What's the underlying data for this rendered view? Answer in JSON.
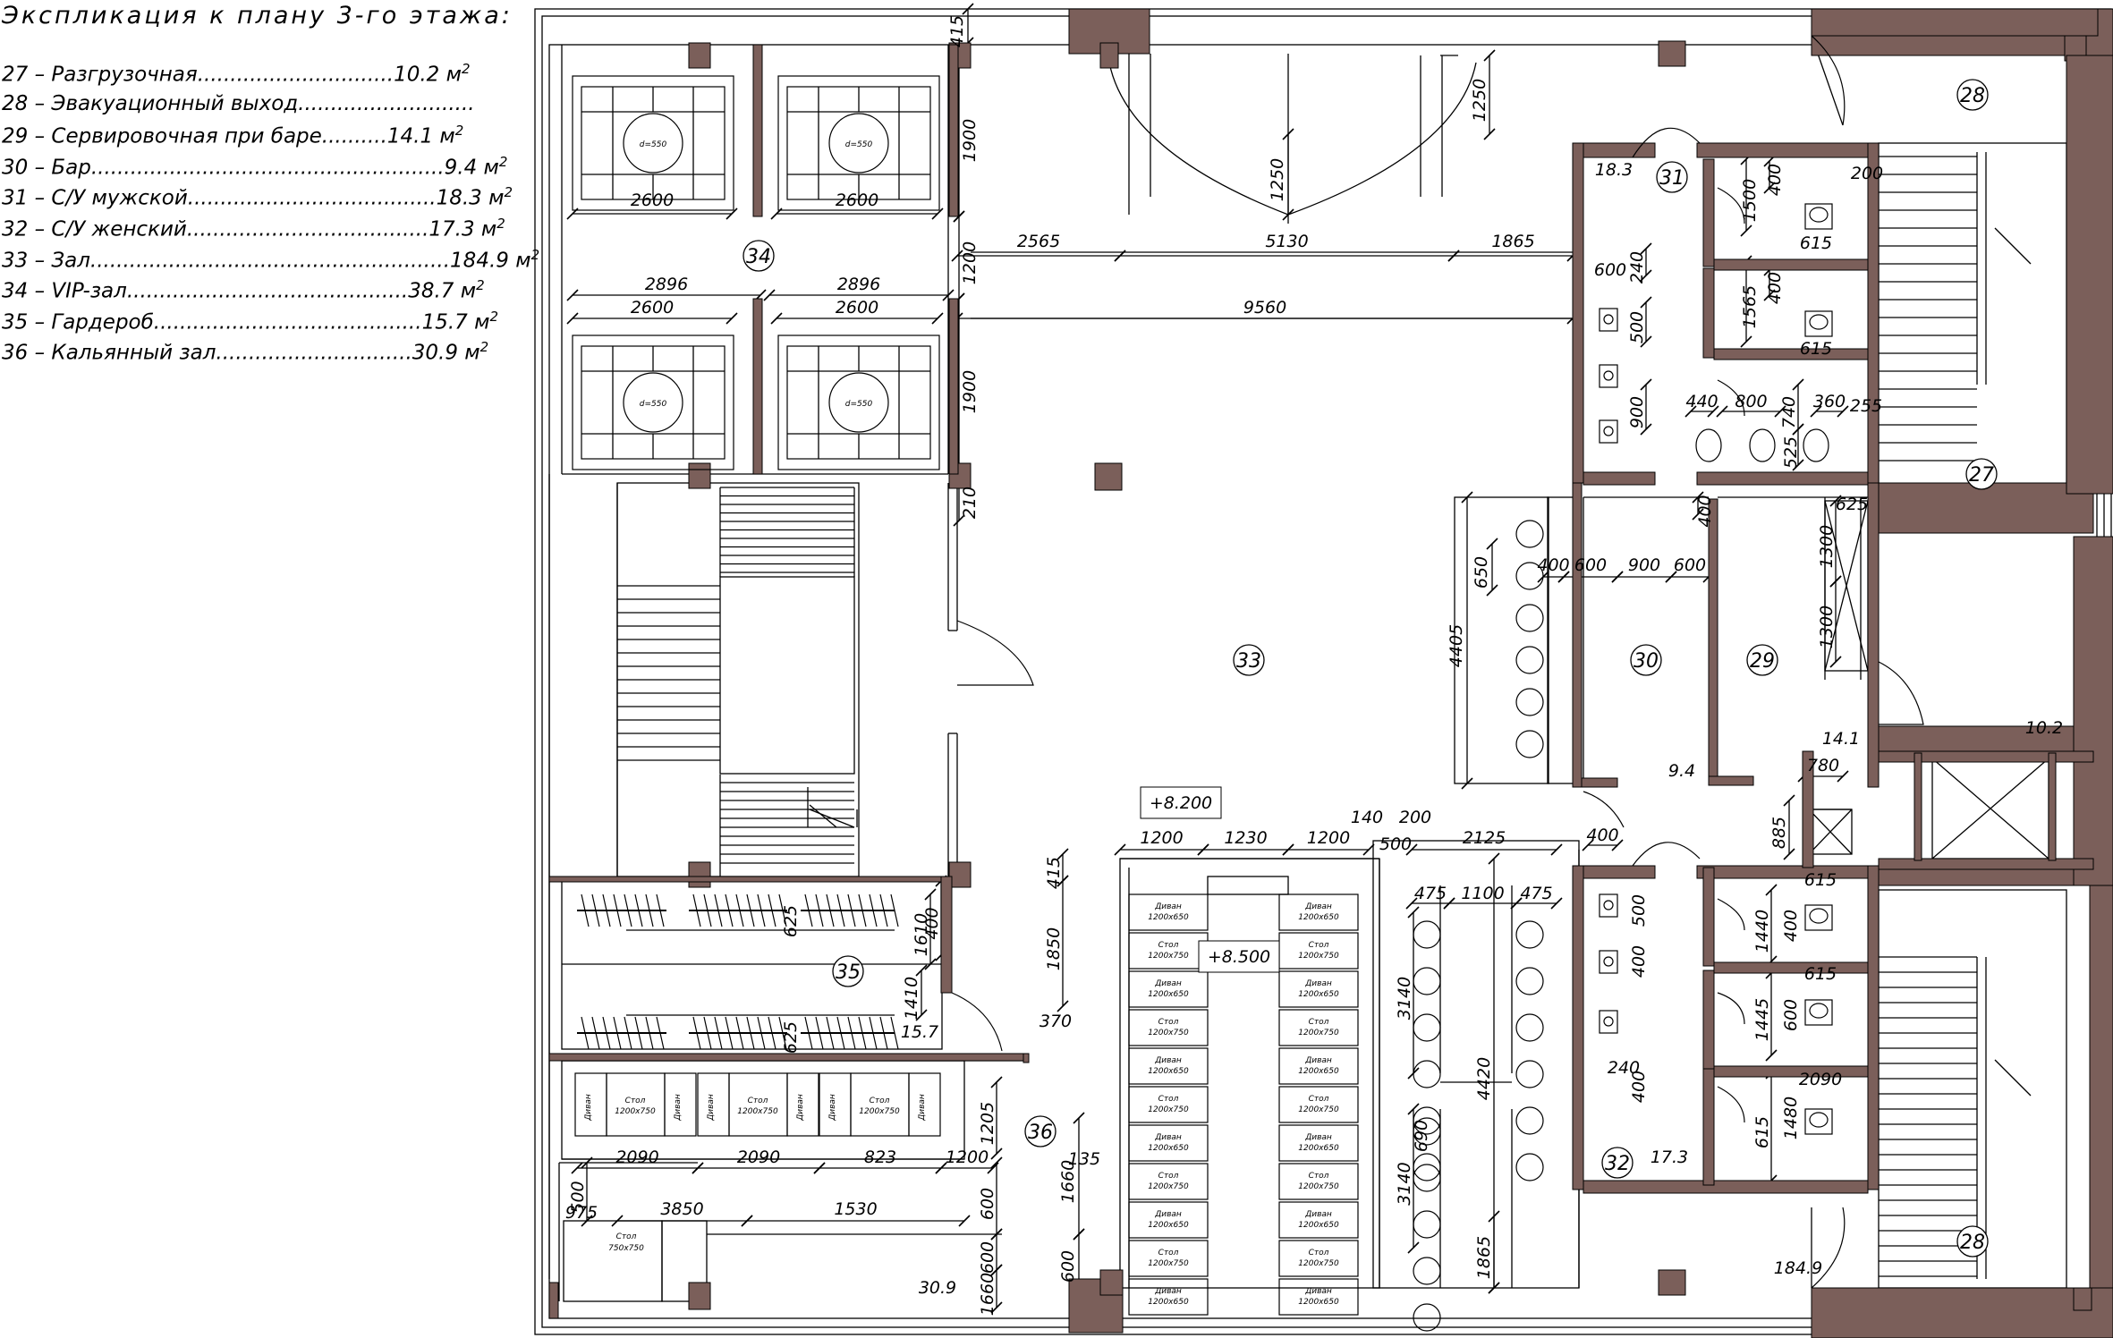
{
  "explication": {
    "title": "Экспликация к плану 3-го этажа:",
    "rooms": [
      {
        "num": "27",
        "name": "Разгрузочная",
        "dots": "..............................",
        "area": "10.2 м²"
      },
      {
        "num": "28",
        "name": "Эвакуационный выход",
        "dots": "...........................",
        "area": ""
      },
      {
        "num": "29",
        "name": "Сервировочная при баре",
        "dots": "..........",
        "area": "14.1 м²"
      },
      {
        "num": "30",
        "name": "Бар",
        "dots": "......................................................",
        "area": "9.4 м²"
      },
      {
        "num": "31",
        "name": "С/У мужской",
        "dots": "......................................",
        "area": "18.3 м²"
      },
      {
        "num": "32",
        "name": "С/У женский",
        "dots": ".....................................",
        "area": "17.3 м²"
      },
      {
        "num": "33",
        "name": " Зал",
        "dots": ".......................................................",
        "area": "184.9 м²"
      },
      {
        "num": "34",
        "name": "VIP-зал",
        "dots": "...........................................",
        "area": "38.7 м²"
      },
      {
        "num": "35",
        "name": "Гардероб",
        "dots": ".........................................",
        "area": "15.7 м²"
      },
      {
        "num": "36",
        "name": "Кальянный зал",
        "dots": "..............................",
        "area": "30.9 м²"
      }
    ]
  },
  "plan": {
    "room_markers": [
      "27",
      "28",
      "28",
      "29",
      "30",
      "31",
      "32",
      "33",
      "34",
      "35",
      "36"
    ],
    "room_areas": [
      "10.2",
      "14.1",
      "9.4",
      "18.3",
      "17.3",
      "184.9",
      "15.7",
      "30.9"
    ],
    "levels": [
      "+8.200",
      "+8.500"
    ],
    "dimensions": [
      "415",
      "1900",
      "2600",
      "2600",
      "1200",
      "2896",
      "2896",
      "2600",
      "2600",
      "1900",
      "210",
      "2565",
      "5130",
      "1865",
      "9560",
      "1250",
      "1250",
      "200",
      "1500",
      "400",
      "615",
      "1565",
      "400",
      "615",
      "600",
      "240",
      "500",
      "900",
      "440",
      "800",
      "740",
      "360",
      "255",
      "525",
      "650",
      "4405",
      "400",
      "600",
      "900",
      "600",
      "400",
      "1300",
      "1300",
      "625",
      "780",
      "885",
      "400",
      "1200",
      "1230",
      "1200",
      "140",
      "200",
      "500",
      "2125",
      "415",
      "1850",
      "370",
      "400",
      "1610",
      "1410",
      "625",
      "625",
      "475",
      "1100",
      "475",
      "3140",
      "4420",
      "3140",
      "1865",
      "690",
      "500",
      "400",
      "1440",
      "615",
      "400",
      "1445",
      "615",
      "600",
      "240",
      "400",
      "1480",
      "615",
      "2090",
      "2090",
      "2090",
      "823",
      "1200",
      "1205",
      "500",
      "975",
      "3850",
      "1530",
      "600",
      "600",
      "1660",
      "1660",
      "600",
      "135"
    ],
    "furniture": {
      "table_diameter": "d=550",
      "sofa": "Диван",
      "sofa_size": "1200x650",
      "table": "Стол",
      "table_size": "1200x750",
      "small_table_size": "750x750"
    }
  },
  "colors": {
    "wall": "#7b5f5a",
    "line": "#000000"
  }
}
